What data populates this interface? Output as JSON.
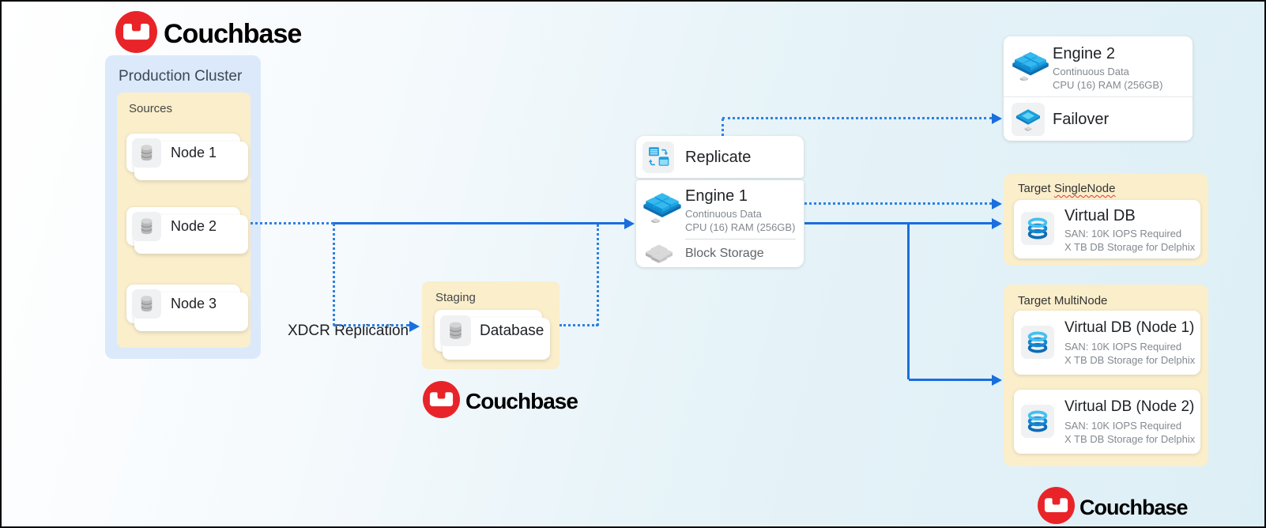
{
  "brand": {
    "name": "Couchbase"
  },
  "production_cluster": {
    "title": "Production Cluster",
    "sources": {
      "title": "Sources",
      "nodes": [
        {
          "label": "Node 1"
        },
        {
          "label": "Node 2"
        },
        {
          "label": "Node 3"
        }
      ]
    }
  },
  "xdcr": {
    "label": "XDCR Replication"
  },
  "staging": {
    "title": "Staging",
    "database": {
      "label": "Database"
    }
  },
  "replicate_card": {
    "label": "Replicate"
  },
  "engine1_card": {
    "title": "Engine 1",
    "subtitle1": "Continuous Data",
    "subtitle2": "CPU (16) RAM (256GB)",
    "block_storage": "Block Storage"
  },
  "engine2_card": {
    "title": "Engine 2",
    "subtitle1": "Continuous Data",
    "subtitle2": "CPU (16) RAM (256GB)",
    "failover": "Failover"
  },
  "target_singlenode": {
    "title_prefix": "Target ",
    "title_word": "SingleNode",
    "vdb": {
      "title": "Virtual DB",
      "line1": "SAN: 10K IOPS Required",
      "line2": "X TB DB Storage for Delphix"
    }
  },
  "target_multinode": {
    "title": "Target MultiNode",
    "vdbs": [
      {
        "title": "Virtual DB (Node 1)",
        "line1": "SAN: 10K IOPS Required",
        "line2": "X TB DB Storage for Delphix"
      },
      {
        "title": "Virtual DB (Node 2)",
        "line1": "SAN: 10K IOPS Required",
        "line2": "X TB DB Storage for Delphix"
      }
    ]
  },
  "icons": {
    "brand_mark": "couchbase-logo-icon",
    "node": "database-cylinder-icon",
    "replicate": "replicate-sync-icon",
    "engine": "cube-grid-icon",
    "block_storage": "storage-cubes-icon",
    "failover": "layer-icon",
    "virtual_db": "blue-rings-db-icon"
  },
  "colors": {
    "brand_red": "#e92429",
    "cluster_box_blue": "#dbe9fb",
    "group_box_tan": "#faeecb",
    "line_blue_solid": "#1a6ede",
    "line_blue_dotted": "#2f80e4",
    "icon_blue": "#1e9ede",
    "spellcheck_red": "#e2352f",
    "background_right_cyan": "#ddeff6"
  }
}
